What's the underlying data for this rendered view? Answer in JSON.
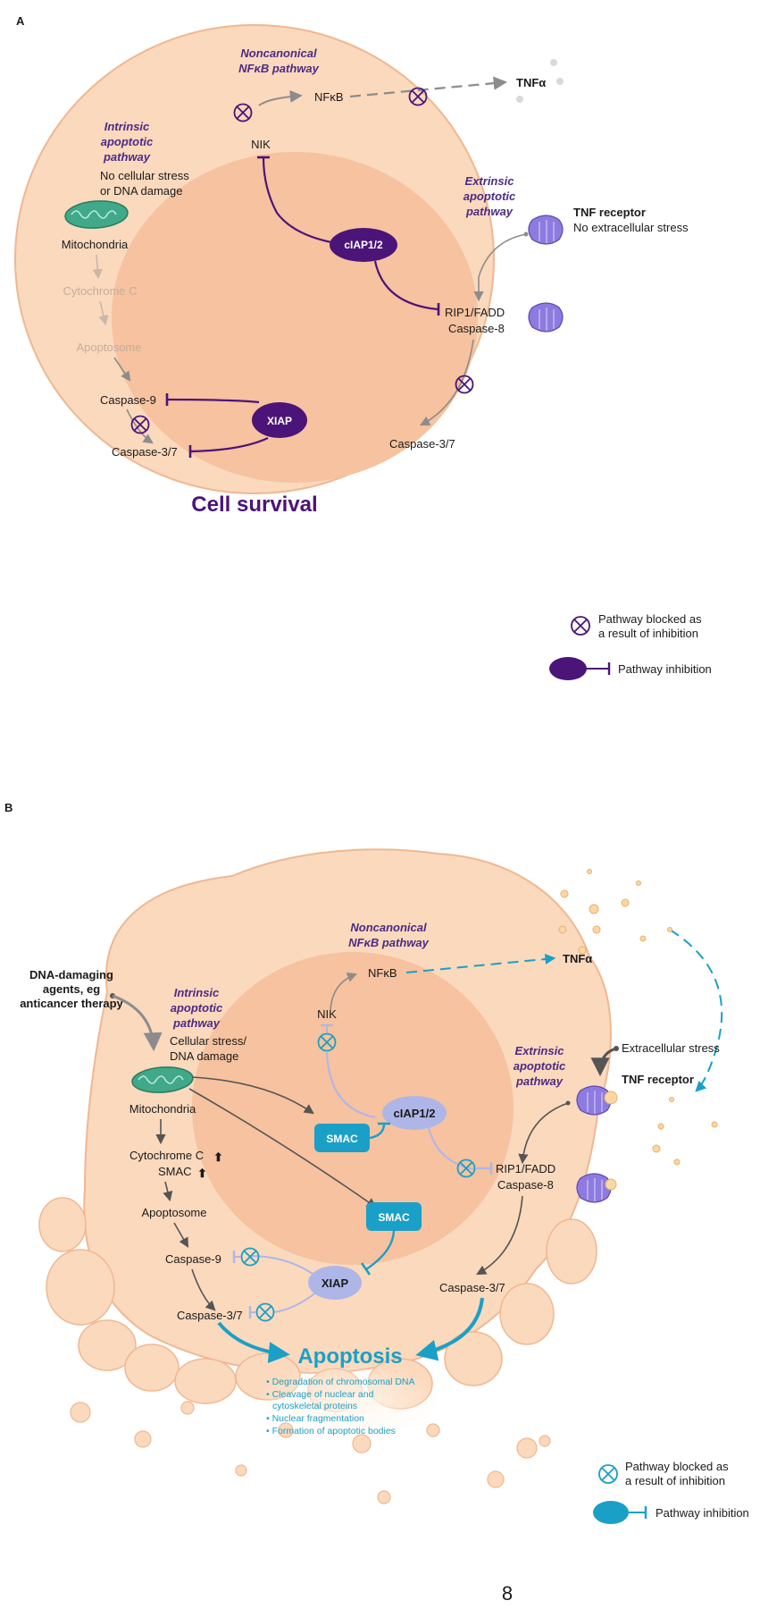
{
  "colors": {
    "cell_outer": "#fbd9bd",
    "cell_edge": "#f0b791",
    "nucleus": "#f6c29f",
    "panelA_purple": "#4b1479",
    "panelA_label": "#4b2a85",
    "panelB_teal": "#1aa0c6",
    "panelB_lavender": "#aeb6e8",
    "gray_arrow": "#8c8c8c",
    "mito_green": "#3fa989"
  },
  "panelA": {
    "letter": "A",
    "noncanonical_title_1": "Noncanonical",
    "noncanonical_title_2": "NFκB pathway",
    "nfkb": "NFκB",
    "tnfa": "TNFα",
    "nik": "NIK",
    "intrinsic_1": "Intrinsic",
    "intrinsic_2": "apoptotic",
    "intrinsic_3": "pathway",
    "no_stress_1": "No cellular stress",
    "no_stress_2": "or DNA damage",
    "mitochondria": "Mitochondria",
    "cytochrome": "Cytochrome C",
    "apoptosome": "Apoptosome",
    "caspase9": "Caspase-9",
    "caspase37_left": "Caspase-3/7",
    "xiap": "XIAP",
    "ciap": "cIAP1/2",
    "extrinsic_1": "Extrinsic",
    "extrinsic_2": "apoptotic",
    "extrinsic_3": "pathway",
    "tnf_receptor": "TNF receptor",
    "no_extracellular": "No extracellular stress",
    "rip1": "RIP1/FADD",
    "caspase8": "Caspase-8",
    "caspase37_right": "Caspase-3/7",
    "outcome": "Cell survival",
    "legend_blocked_1": "Pathway blocked as",
    "legend_blocked_2": "a result of inhibition",
    "legend_inhibition": "Pathway inhibition"
  },
  "panelB": {
    "letter": "B",
    "dna_agents_1": "DNA-damaging",
    "dna_agents_2": "agents, eg",
    "dna_agents_3": "anticancer therapy",
    "noncanonical_title_1": "Noncanonical",
    "noncanonical_title_2": "NFκB pathway",
    "nfkb": "NFκB",
    "tnfa": "TNFα",
    "nik": "NIK",
    "intrinsic_1": "Intrinsic",
    "intrinsic_2": "apoptotic",
    "intrinsic_3": "pathway",
    "stress_1": "Cellular stress/",
    "stress_2": "DNA damage",
    "mitochondria": "Mitochondria",
    "cytochrome": "Cytochrome C",
    "smac_small": "SMAC",
    "apoptosome": "Apoptosome",
    "caspase9": "Caspase-9",
    "caspase37_left": "Caspase-3/7",
    "smac_box_1": "SMAC",
    "smac_box_2": "SMAC",
    "ciap": "cIAP1/2",
    "xiap": "XIAP",
    "extrinsic_1": "Extrinsic",
    "extrinsic_2": "apoptotic",
    "extrinsic_3": "pathway",
    "extracellular_stress": "Extracellular stress",
    "tnf_receptor": "TNF receptor",
    "rip1": "RIP1/FADD",
    "caspase8": "Caspase-8",
    "caspase37_right": "Caspase-3/7",
    "outcome": "Apoptosis",
    "outcome_list": [
      "• Degradation of chromosomal DNA",
      "• Cleavage of nuclear and",
      "cytoskeletal proteins",
      "• Nuclear fragmentation",
      "• Formation of apoptotic bodies"
    ],
    "legend_blocked_1": "Pathway blocked as",
    "legend_blocked_2": "a result of inhibition",
    "legend_inhibition": "Pathway inhibition"
  },
  "page_number": "8"
}
